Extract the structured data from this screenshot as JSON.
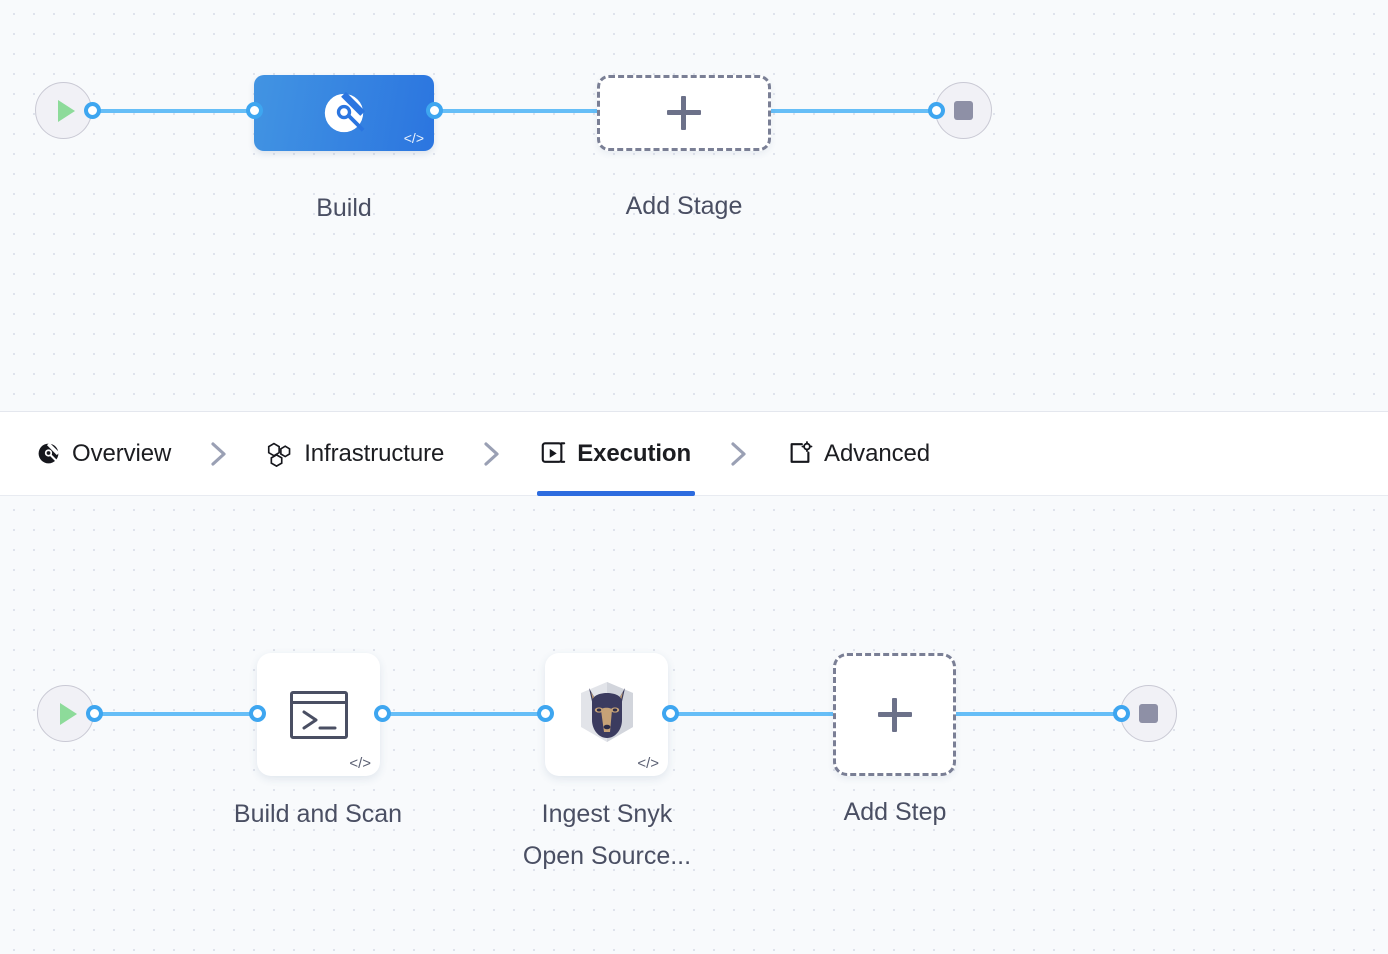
{
  "theme": {
    "canvas_bg": "#f8fafc",
    "grid_dot": "#dfe3ec",
    "link_blue": "#66bef7",
    "connector_blue": "#3ea6f0",
    "active_tab_underline": "#2d6cdf",
    "stage_gradient_from": "#4294e2",
    "stage_gradient_to": "#2b75e0",
    "start_green": "#8ddb9a",
    "stop_gray": "#8e90a6",
    "text_dark": "#1c1d21",
    "caption_gray": "#4a4f63"
  },
  "tabs": [
    {
      "label": "Overview",
      "icon": "build-circle-icon",
      "active": false
    },
    {
      "label": "Infrastructure",
      "icon": "hexagons-icon",
      "active": false
    },
    {
      "label": "Execution",
      "icon": "play-square-icon",
      "active": true
    },
    {
      "label": "Advanced",
      "icon": "bracket-gear-icon",
      "active": false
    }
  ],
  "tab_separator_icon": "chevron-right-icon",
  "stage_row": {
    "start_node": {
      "icon": "play-icon",
      "name": "pipeline-start"
    },
    "end_node": {
      "icon": "stop-icon",
      "name": "pipeline-end"
    },
    "stages": [
      {
        "label": "Build",
        "icon": "build-circle-icon",
        "badge": "</>",
        "selected": true
      }
    ],
    "add_stage": {
      "label": "Add Stage",
      "icon": "plus-icon"
    }
  },
  "step_row": {
    "start_node": {
      "icon": "play-icon",
      "name": "execution-start"
    },
    "end_node": {
      "icon": "stop-icon",
      "name": "execution-end"
    },
    "steps": [
      {
        "label": "Build and Scan",
        "icon": "terminal-icon",
        "badge": "</>"
      },
      {
        "label": "Ingest Snyk\nOpen Source...",
        "icon": "snyk-dog-icon",
        "badge": "</>"
      }
    ],
    "add_step": {
      "label": "Add Step",
      "icon": "plus-icon"
    }
  }
}
